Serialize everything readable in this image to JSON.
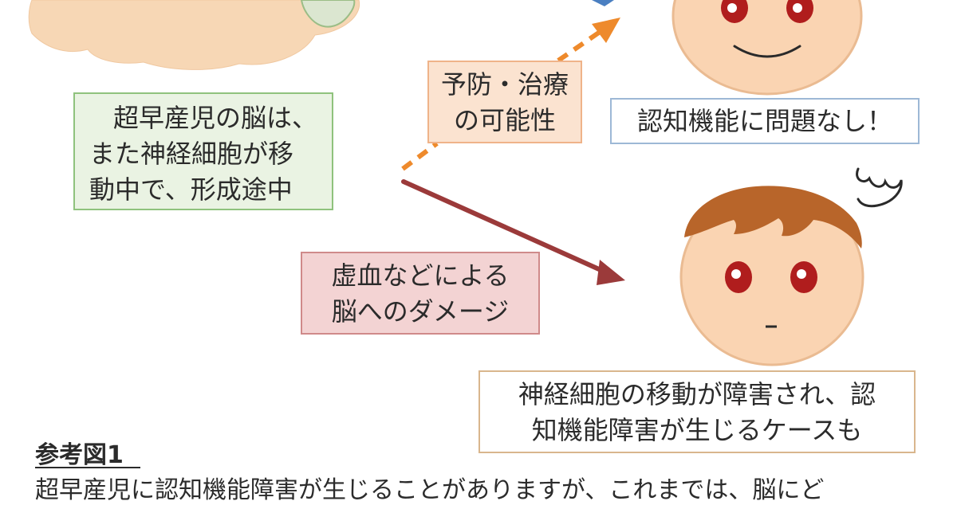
{
  "boxes": {
    "brain": {
      "lines": [
        "超早産児の脳は、",
        "また神経細胞が移",
        "動中で、形成途中"
      ]
    },
    "prevention": {
      "lines": [
        "予防・治療",
        "の可能性"
      ]
    },
    "no_problem": {
      "text": "認知機能に問題なし！"
    },
    "damage": {
      "lines": [
        "虚血などによる",
        "脳へのダメージ"
      ]
    },
    "impairment": {
      "lines": [
        "神経細胞の移動が障害され、認",
        "知機能障害が生じるケースも"
      ]
    }
  },
  "figure": {
    "title": "参考図1",
    "caption": "超早産児に認知機能障害が生じることがありますが、これまでは、脳にど"
  },
  "colors": {
    "skin": "#fad4b2",
    "skin_outline": "#e8b88f",
    "hair": "#b8652a",
    "eye": "#b01d1d",
    "arrow_orange": "#ee8a2c",
    "arrow_red": "#9b3a3a",
    "arrow_blue": "#4a7fc1"
  }
}
